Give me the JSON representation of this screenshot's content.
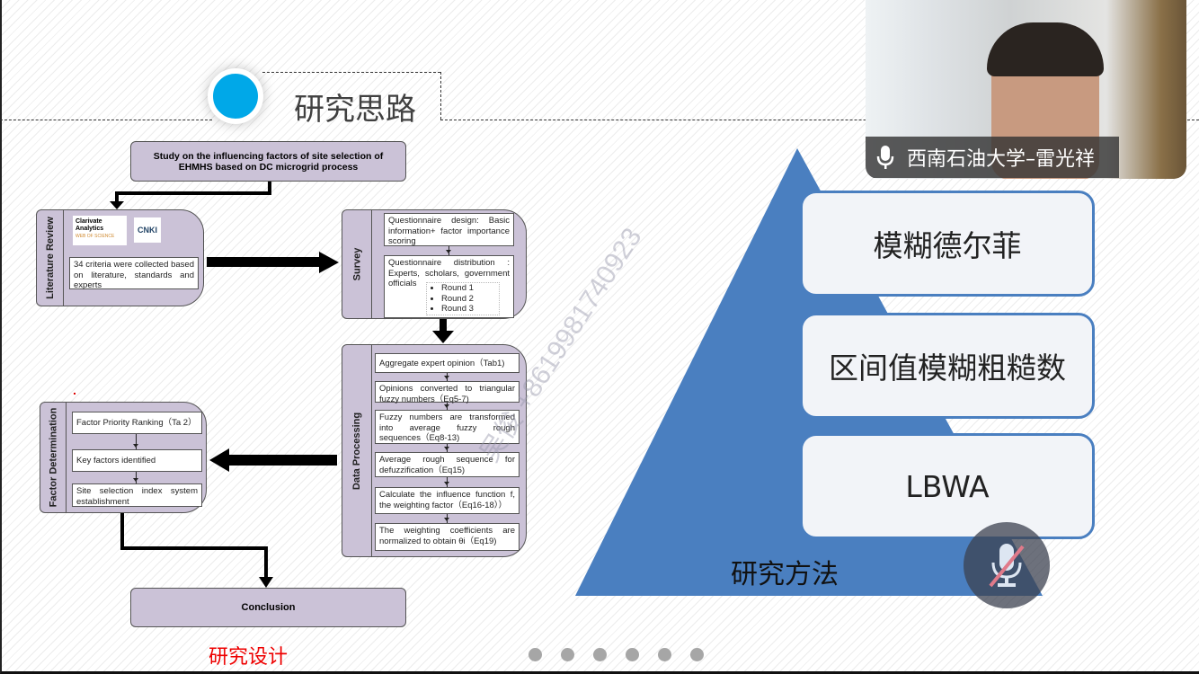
{
  "slide": {
    "section_title": "研究思路",
    "flow": {
      "title": "Study on the influencing factors of site selection of EHMHS based on DC microgrid process",
      "literature": {
        "label": "Literature Review",
        "logo1": "Clarivate Analytics",
        "logo1_sub": "WEB OF SCIENCE",
        "logo2": "CNKI",
        "text": "34 criteria were collected based on literature, standards and experts"
      },
      "survey": {
        "label": "Survey",
        "step1": "Questionnaire design: Basic information+ factor importance scoring",
        "step2": "Questionnaire distribution : Experts, scholars, government officials",
        "rounds": [
          "Round 1",
          "Round 2",
          "Round 3"
        ]
      },
      "processing": {
        "label": "Data Processing",
        "steps": [
          "Aggregate expert opinion（Tab1)",
          "Opinions converted to triangular fuzzy numbers（Eq5-7)",
          "Fuzzy numbers are transformed into average fuzzy rough sequences（Eq8-13)",
          "Average rough sequence for defuzzification（Eq15)",
          "Calculate the influence function f, the weighting factor（Eq16-18））",
          "The weighting coefficients are normalized to obtain θi（Eq19)"
        ]
      },
      "factor": {
        "label": "Factor Determination",
        "steps": [
          "Factor Priority Ranking（Ta 2）",
          "Key factors identified",
          "Site selection index system establishment"
        ]
      },
      "conclusion": "Conclusion"
    },
    "design_caption": "研究设计",
    "methods": [
      "模糊德尔菲",
      "区间值模糊粗糙数",
      "LBWA"
    ],
    "methods_caption": "研究方法",
    "watermark": "吴俊 +8619981740923",
    "page_dots": 6
  },
  "video": {
    "participant_name": "西南石油大学–雷光祥"
  },
  "colors": {
    "accent": "#00a8e8",
    "triangle": "#4a7fc0",
    "box": "#cbc2d7"
  }
}
